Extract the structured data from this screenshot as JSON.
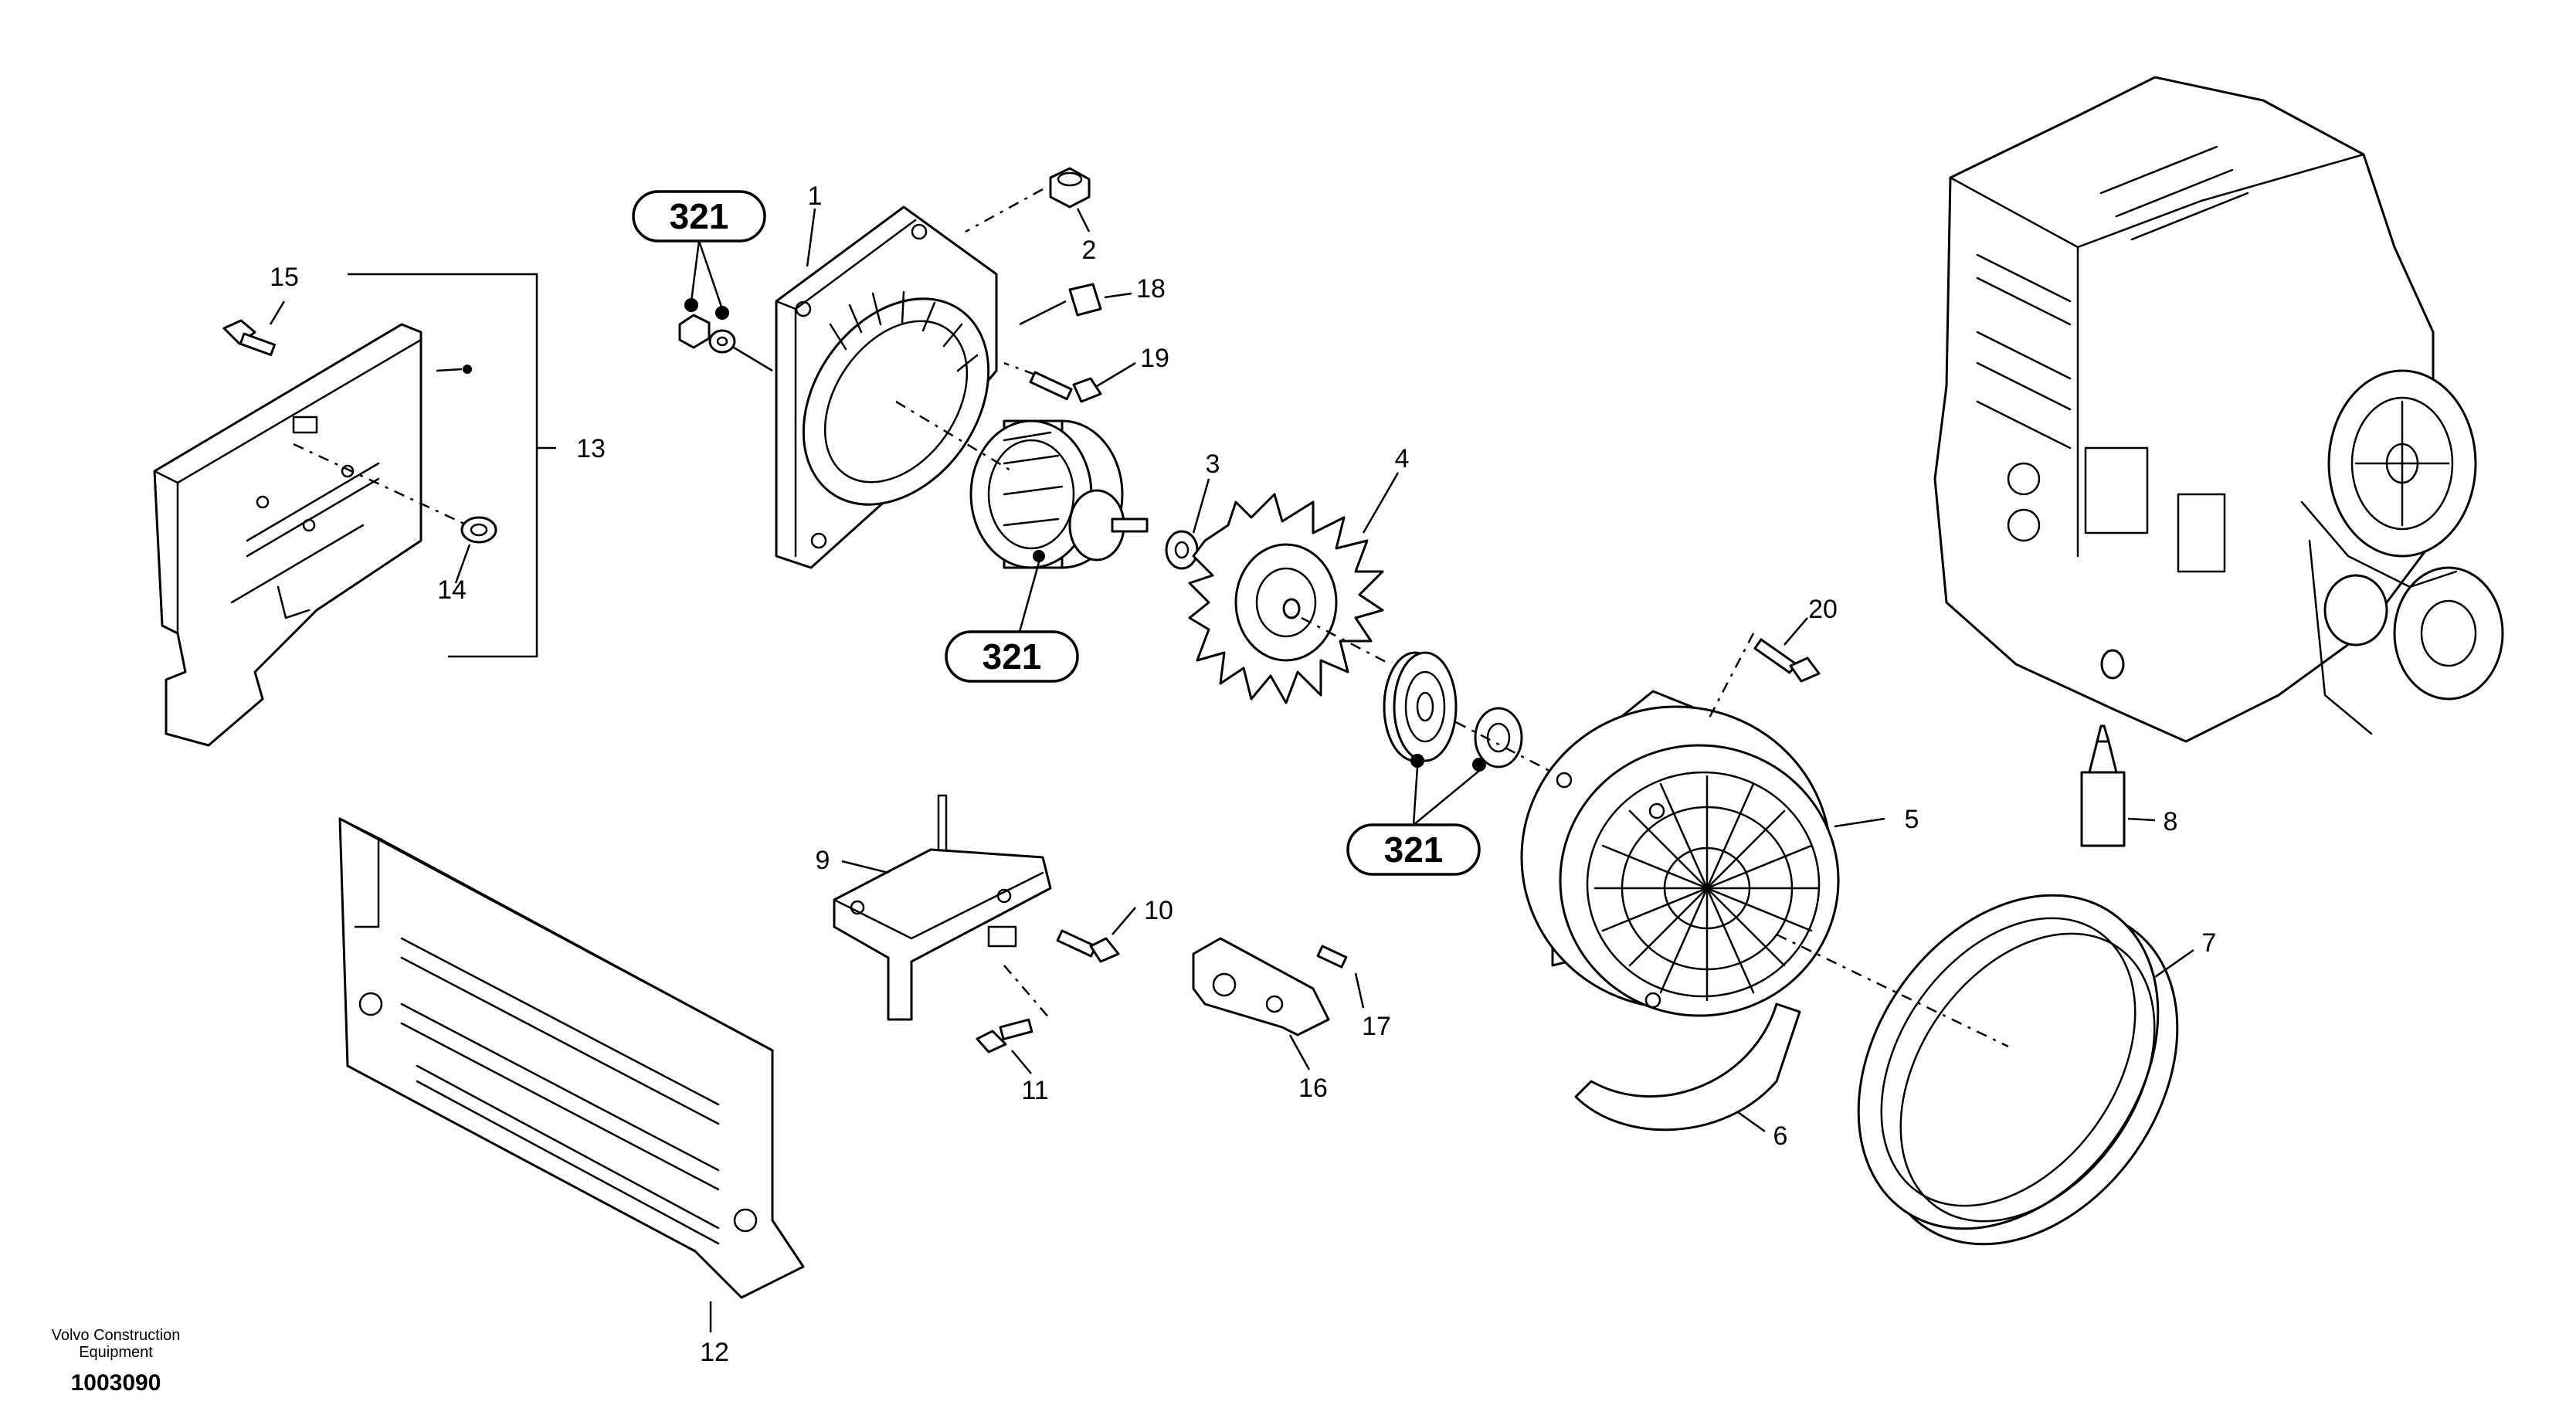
{
  "callouts": {
    "c1": "1",
    "c2": "2",
    "c3": "3",
    "c4": "4",
    "c5": "5",
    "c6": "6",
    "c7": "7",
    "c8": "8",
    "c9": "9",
    "c10": "10",
    "c11": "11",
    "c12": "12",
    "c13": "13",
    "c14": "14",
    "c15": "15",
    "c16": "16",
    "c17": "17",
    "c18": "18",
    "c19": "19",
    "c20": "20"
  },
  "references": {
    "ref_a": "321",
    "ref_b": "321",
    "ref_c": "321"
  },
  "footer": {
    "company_line1": "Volvo Construction",
    "company_line2": "Equipment",
    "drawing_number": "1003090"
  }
}
